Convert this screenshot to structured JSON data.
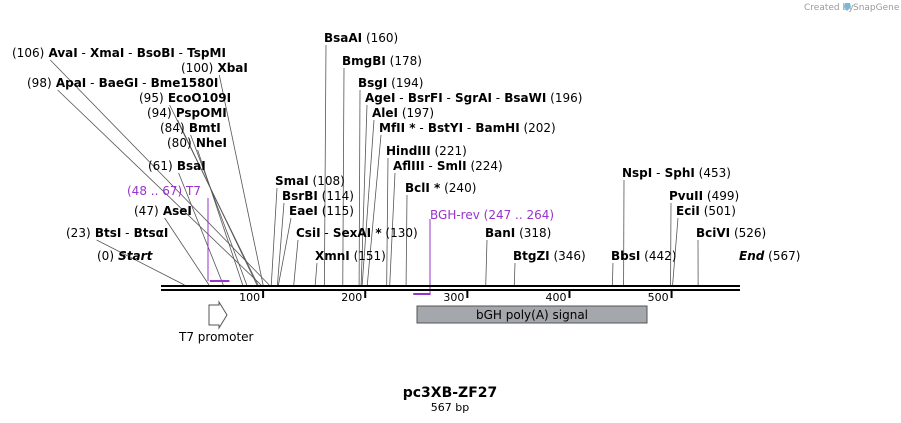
{
  "credit": {
    "prefix": "Created by",
    "brand": "SnapGene",
    "icon": "snapgene-logo-icon"
  },
  "title": "pc3XB-ZF27",
  "subtitle": "567 bp",
  "axis": {
    "length": 567,
    "ticks": [
      {
        "label": "100",
        "value": 100
      },
      {
        "label": "200",
        "value": 200
      },
      {
        "label": "300",
        "value": 300
      },
      {
        "label": "400",
        "value": 400
      },
      {
        "label": "500",
        "value": 500
      }
    ]
  },
  "sites": [
    {
      "parts": [
        {
          "t": "(106)",
          "k": "pos"
        },
        {
          "t": "AvaI",
          "k": "enz"
        },
        {
          "t": "-",
          "k": "sep"
        },
        {
          "t": "XmaI",
          "k": "enz"
        },
        {
          "t": "-",
          "k": "sep"
        },
        {
          "t": "BsoBI",
          "k": "enz"
        },
        {
          "t": "-",
          "k": "sep"
        },
        {
          "t": "TspMI",
          "k": "enz"
        }
      ],
      "site": 106
    },
    {
      "parts": [
        {
          "t": "(100)",
          "k": "pos"
        },
        {
          "t": "XbaI",
          "k": "enz"
        }
      ],
      "site": 100
    },
    {
      "parts": [
        {
          "t": "(98)",
          "k": "pos"
        },
        {
          "t": "ApaI",
          "k": "enz"
        },
        {
          "t": "-",
          "k": "sep"
        },
        {
          "t": "BaeGI",
          "k": "enz"
        },
        {
          "t": "-",
          "k": "sep"
        },
        {
          "t": "Bme1580I",
          "k": "enz"
        }
      ],
      "site": 98
    },
    {
      "parts": [
        {
          "t": "(95)",
          "k": "pos"
        },
        {
          "t": "EcoO109I",
          "k": "enz"
        }
      ],
      "site": 95
    },
    {
      "parts": [
        {
          "t": "(94)",
          "k": "pos"
        },
        {
          "t": "PspOMI",
          "k": "enz"
        }
      ],
      "site": 94
    },
    {
      "parts": [
        {
          "t": "(84)",
          "k": "pos"
        },
        {
          "t": "BmtI",
          "k": "enz"
        }
      ],
      "site": 84
    },
    {
      "parts": [
        {
          "t": "(80)",
          "k": "pos"
        },
        {
          "t": "NheI",
          "k": "enz"
        }
      ],
      "site": 80
    },
    {
      "parts": [
        {
          "t": "(61)",
          "k": "pos"
        },
        {
          "t": "BsaI",
          "k": "enz"
        }
      ],
      "site": 61
    },
    {
      "parts": [
        {
          "t": "(47)",
          "k": "pos"
        },
        {
          "t": "AseI",
          "k": "enz"
        }
      ],
      "site": 47
    },
    {
      "parts": [
        {
          "t": "(23)",
          "k": "pos"
        },
        {
          "t": "BtsI",
          "k": "enz"
        },
        {
          "t": "-",
          "k": "sep"
        },
        {
          "t": "BtsαI",
          "k": "enz"
        }
      ],
      "site": 23
    },
    {
      "parts": [
        {
          "t": "(0)",
          "k": "pos"
        },
        {
          "t": "Start",
          "k": "enz-i"
        }
      ],
      "site": 0
    },
    {
      "parts": [
        {
          "t": "BsaAI",
          "k": "enz"
        },
        {
          "t": "(160)",
          "k": "pos"
        }
      ],
      "site": 160
    },
    {
      "parts": [
        {
          "t": "BmgBI",
          "k": "enz"
        },
        {
          "t": "(178)",
          "k": "pos"
        }
      ],
      "site": 178
    },
    {
      "parts": [
        {
          "t": "BsgI",
          "k": "enz"
        },
        {
          "t": "(194)",
          "k": "pos"
        }
      ],
      "site": 194
    },
    {
      "parts": [
        {
          "t": "AgeI",
          "k": "enz"
        },
        {
          "t": "-",
          "k": "sep"
        },
        {
          "t": "BsrFI",
          "k": "enz"
        },
        {
          "t": "-",
          "k": "sep"
        },
        {
          "t": "SgrAI",
          "k": "enz"
        },
        {
          "t": "-",
          "k": "sep"
        },
        {
          "t": "BsaWI",
          "k": "enz"
        },
        {
          "t": "(196)",
          "k": "pos"
        }
      ],
      "site": 196
    },
    {
      "parts": [
        {
          "t": "AleI",
          "k": "enz"
        },
        {
          "t": "(197)",
          "k": "pos"
        }
      ],
      "site": 197
    },
    {
      "parts": [
        {
          "t": "MfII *",
          "k": "enz"
        },
        {
          "t": "-",
          "k": "sep"
        },
        {
          "t": "BstYI",
          "k": "enz"
        },
        {
          "t": "-",
          "k": "sep"
        },
        {
          "t": "BamHI",
          "k": "enz"
        },
        {
          "t": "(202)",
          "k": "pos"
        }
      ],
      "site": 202
    },
    {
      "parts": [
        {
          "t": "HindIII",
          "k": "enz"
        },
        {
          "t": "(221)",
          "k": "pos"
        }
      ],
      "site": 221
    },
    {
      "parts": [
        {
          "t": "AflIII",
          "k": "enz"
        },
        {
          "t": "-",
          "k": "sep"
        },
        {
          "t": "SmlI",
          "k": "enz"
        },
        {
          "t": "(224)",
          "k": "pos"
        }
      ],
      "site": 224
    },
    {
      "parts": [
        {
          "t": "SmaI",
          "k": "enz"
        },
        {
          "t": "(108)",
          "k": "pos"
        }
      ],
      "site": 108
    },
    {
      "parts": [
        {
          "t": "BsrBI",
          "k": "enz"
        },
        {
          "t": "(114)",
          "k": "pos"
        }
      ],
      "site": 114
    },
    {
      "parts": [
        {
          "t": "EaeI",
          "k": "enz"
        },
        {
          "t": "(115)",
          "k": "pos"
        }
      ],
      "site": 115
    },
    {
      "parts": [
        {
          "t": "CsiI",
          "k": "enz"
        },
        {
          "t": "-",
          "k": "sep"
        },
        {
          "t": "SexAI *",
          "k": "enz"
        },
        {
          "t": "(130)",
          "k": "pos"
        }
      ],
      "site": 130
    },
    {
      "parts": [
        {
          "t": "XmnI",
          "k": "enz"
        },
        {
          "t": "(151)",
          "k": "pos"
        }
      ],
      "site": 151
    },
    {
      "parts": [
        {
          "t": "BclI *",
          "k": "enz"
        },
        {
          "t": "(240)",
          "k": "pos"
        }
      ],
      "site": 240
    },
    {
      "parts": [
        {
          "t": "BanI",
          "k": "enz"
        },
        {
          "t": "(318)",
          "k": "pos"
        }
      ],
      "site": 318
    },
    {
      "parts": [
        {
          "t": "BtgZI",
          "k": "enz"
        },
        {
          "t": "(346)",
          "k": "pos"
        }
      ],
      "site": 346
    },
    {
      "parts": [
        {
          "t": "NspI",
          "k": "enz"
        },
        {
          "t": "-",
          "k": "sep"
        },
        {
          "t": "SphI",
          "k": "enz"
        },
        {
          "t": "(453)",
          "k": "pos"
        }
      ],
      "site": 453
    },
    {
      "parts": [
        {
          "t": "PvuII",
          "k": "enz"
        },
        {
          "t": "(499)",
          "k": "pos"
        }
      ],
      "site": 499
    },
    {
      "parts": [
        {
          "t": "EciI",
          "k": "enz"
        },
        {
          "t": "(501)",
          "k": "pos"
        }
      ],
      "site": 501
    },
    {
      "parts": [
        {
          "t": "BciVI",
          "k": "enz"
        },
        {
          "t": "(526)",
          "k": "pos"
        }
      ],
      "site": 526
    },
    {
      "parts": [
        {
          "t": "BbsI",
          "k": "enz"
        },
        {
          "t": "(442)",
          "k": "pos"
        }
      ],
      "site": 442
    },
    {
      "parts": [
        {
          "t": "End",
          "k": "enz-i"
        },
        {
          "t": "(567)",
          "k": "pos"
        }
      ],
      "site": 567
    }
  ],
  "primers": [
    {
      "label": "(48 .. 67)  T7",
      "start": 48,
      "end": 67,
      "strand": "forward"
    },
    {
      "label": "BGH-rev   (247 .. 264)",
      "start": 247,
      "end": 264,
      "strand": "reverse"
    }
  ],
  "features": [
    {
      "label": "T7 promoter",
      "start": 48,
      "end": 67,
      "kind": "arrow",
      "color": "#ffffff"
    },
    {
      "label": "bGH poly(A) signal",
      "start": 253,
      "end": 477,
      "kind": "box",
      "color": "#a4a8ad"
    }
  ],
  "colors": {
    "primer": "#9933cc",
    "line": "#555555",
    "backbone": "#000000",
    "feature_box": "#a4a8ad"
  }
}
